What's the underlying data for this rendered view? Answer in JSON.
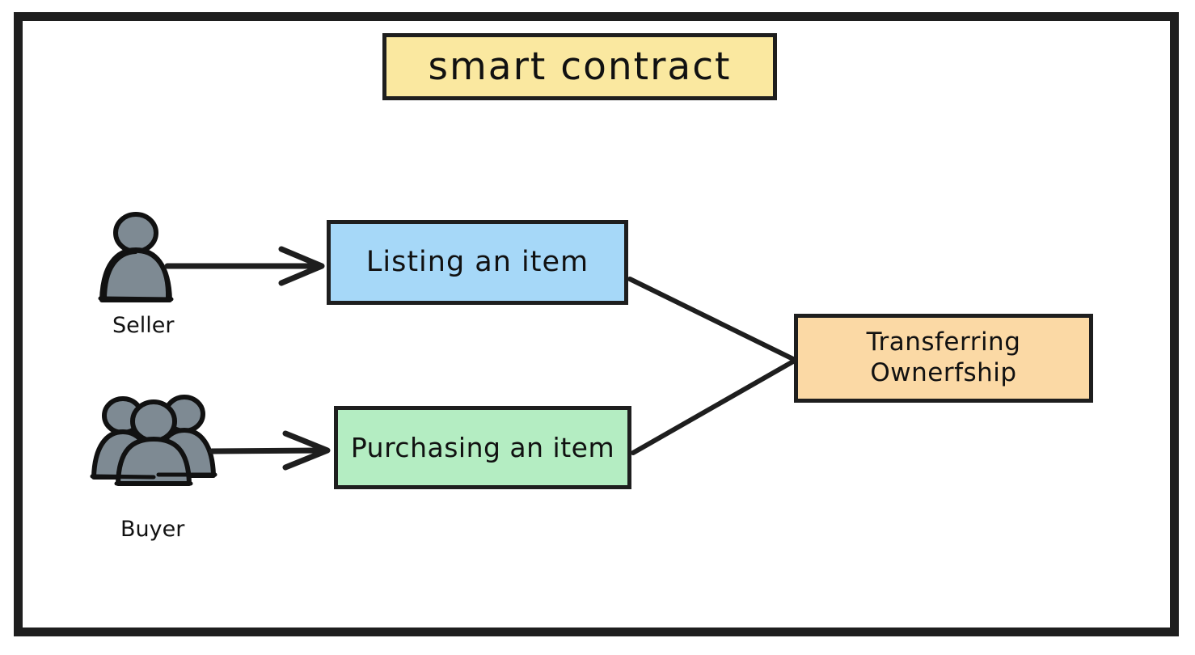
{
  "diagram": {
    "title": "smart contract",
    "frame_color": "#1e1e1e",
    "background": "#ffffff"
  },
  "nodes": {
    "title": {
      "label": "smart contract",
      "fill": "#fae8a0",
      "stroke": "#1e1e1e"
    },
    "listing": {
      "label": "Listing an item",
      "fill": "#a6d8f8",
      "stroke": "#1e1e1e"
    },
    "purchasing": {
      "label": "Purchasing an item",
      "fill": "#b4edc2",
      "stroke": "#1e1e1e"
    },
    "transferring": {
      "label_line1": "Transferring",
      "label_line2": "Ownerfship",
      "fill": "#fbd9a5",
      "stroke": "#1e1e1e"
    }
  },
  "actors": {
    "seller": {
      "label": "Seller",
      "icon": "person-icon",
      "fill": "#7e8a93",
      "stroke": "#111111"
    },
    "buyer": {
      "label": "Buyer",
      "icon": "people-group-icon",
      "fill": "#7e8a93",
      "stroke": "#111111"
    }
  },
  "connectors": [
    {
      "name": "seller-to-listing",
      "kind": "arrow",
      "head": "open-chevron"
    },
    {
      "name": "buyer-to-purchasing",
      "kind": "arrow",
      "head": "open-chevron"
    },
    {
      "name": "listing-to-transferring",
      "kind": "line",
      "head": "none"
    },
    {
      "name": "purchasing-to-transferring",
      "kind": "line",
      "head": "none"
    }
  ]
}
